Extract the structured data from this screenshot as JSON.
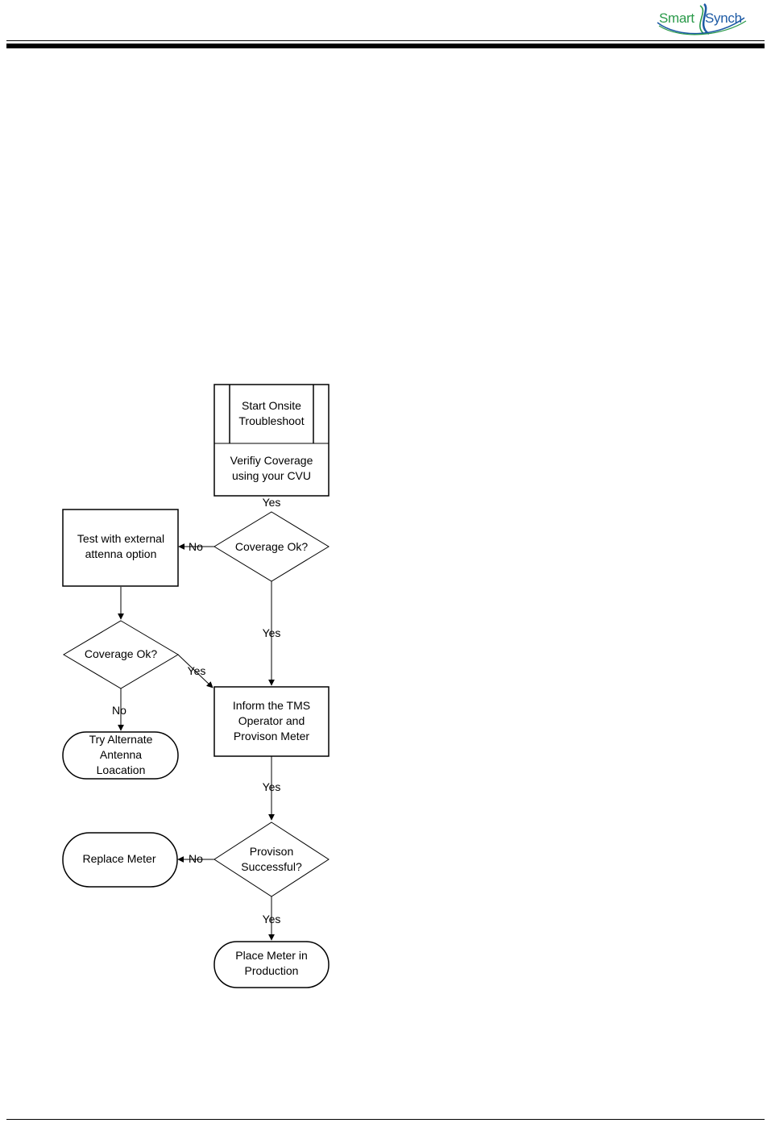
{
  "header": {
    "logo": {
      "word1": "Smart",
      "word2": "Synch",
      "mark": "®",
      "color_green": "#2a9a4a",
      "color_blue": "#1d5aa4"
    }
  },
  "flowchart": {
    "start": {
      "line1": "Start Onsite",
      "line2": "Troubleshoot"
    },
    "verify": {
      "line1": "Verifiy Coverage",
      "line2": "using your CVU"
    },
    "decision_coverage_1": {
      "label": "Coverage Ok?"
    },
    "test_external": {
      "line1": "Test with external",
      "line2": "attenna option"
    },
    "decision_coverage_2": {
      "label": "Coverage Ok?"
    },
    "try_alternate": {
      "line1": "Try Alternate",
      "line2": "Antenna",
      "line3": "Loacation"
    },
    "inform": {
      "line1": "Inform the TMS",
      "line2": "Operator and",
      "line3": "Provison Meter"
    },
    "decision_provision": {
      "line1": "Provison",
      "line2": "Successful?"
    },
    "replace": {
      "label": "Replace Meter"
    },
    "place": {
      "line1": "Place Meter in",
      "line2": "Production"
    },
    "edges": {
      "verify_to_coverage1": "Yes",
      "coverage1_no": "No",
      "coverage1_yes": "Yes",
      "coverage2_yes": "Yes",
      "coverage2_no": "No",
      "inform_yes": "Yes",
      "provision_no": "No",
      "provision_yes": "Yes"
    }
  }
}
